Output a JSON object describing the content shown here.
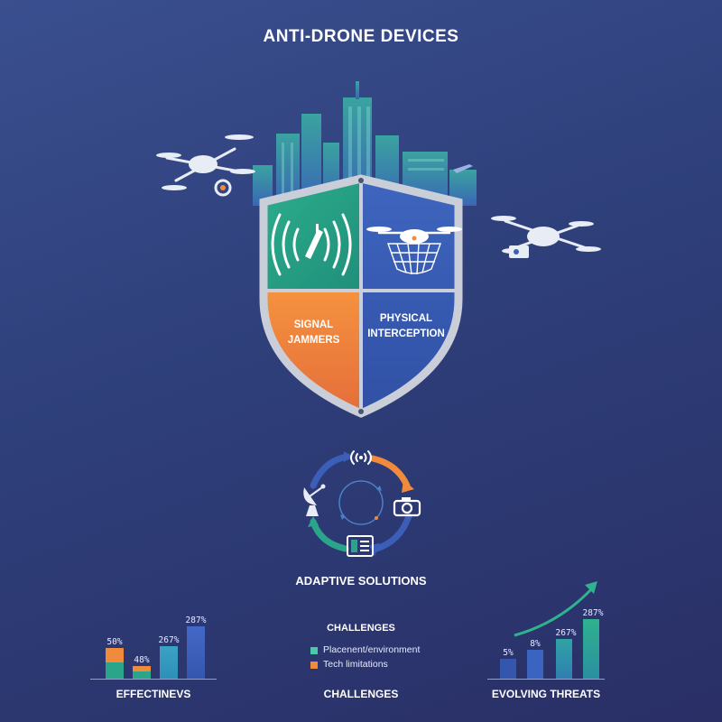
{
  "title": "ANTI-DRONE DEVICES",
  "shield": {
    "left_label": "SIGNAL\nJAMMERS",
    "right_label": "PHYSICAL\nINTERCEPTION"
  },
  "cycle": {
    "label": "ADAPTIVE SOLUTIONS",
    "icons": [
      "signal-icon",
      "camera-icon",
      "control-panel-icon",
      "satellite-dish-icon"
    ]
  },
  "effectiveness": {
    "label": "EFFECTINEVS",
    "bars": [
      {
        "value_label": "50%"
      },
      {
        "value_label": "48%"
      },
      {
        "value_label": "267%"
      },
      {
        "value_label": "287%"
      }
    ]
  },
  "challenges": {
    "title": "CHALLENGES",
    "legend": [
      {
        "text": "Placenent/environment",
        "color": "#4cc7a8"
      },
      {
        "text": "Tech limitations",
        "color": "#f08a3c"
      }
    ],
    "label": "CHALLENGES"
  },
  "threats": {
    "label": "EVOLVING THREATS",
    "bars": [
      {
        "value_label": "5%"
      },
      {
        "value_label": "8%"
      },
      {
        "value_label": "267%"
      },
      {
        "value_label": "287%"
      }
    ]
  },
  "colors": {
    "teal": "#2aa58a",
    "orange": "#f08a3c",
    "blue": "#3b5fb8",
    "silver": "#c9ced8"
  }
}
